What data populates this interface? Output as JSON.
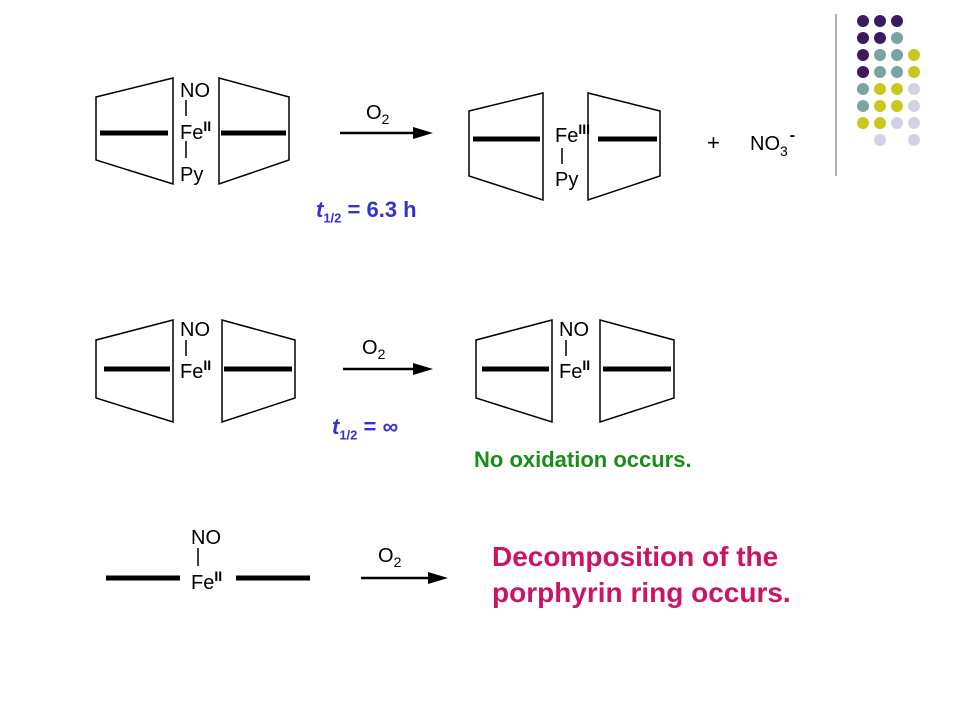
{
  "reaction1": {
    "reactant": {
      "axial_top": "NO",
      "metal": "Fe",
      "oxidation": "II",
      "axial_bottom": "Py"
    },
    "reagent": {
      "symbol": "O",
      "subscript": "2"
    },
    "product": {
      "metal": "Fe",
      "oxidation": "III",
      "axial_bottom": "Py"
    },
    "plus": "+",
    "byproduct": {
      "base": "NO",
      "subscript": "3",
      "charge": "-"
    },
    "half_life": {
      "symbol": "t",
      "subscript": "1/2",
      "value": "= 6.3 h"
    }
  },
  "reaction2": {
    "reactant": {
      "axial_top": "NO",
      "metal": "Fe",
      "oxidation": "II"
    },
    "reagent": {
      "symbol": "O",
      "subscript": "2"
    },
    "product": {
      "axial_top": "NO",
      "metal": "Fe",
      "oxidation": "II"
    },
    "half_life": {
      "symbol": "t",
      "subscript": "1/2",
      "value": "= ∞"
    },
    "result": "No oxidation occurs."
  },
  "reaction3": {
    "reactant": {
      "axial_top": "NO",
      "metal": "Fe",
      "oxidation": "II"
    },
    "reagent": {
      "symbol": "O",
      "subscript": "2"
    },
    "result_line1": "Decomposition of the",
    "result_line2": "porphyrin ring occurs."
  },
  "colors": {
    "dark_purple": "#3b1a5e",
    "teal": "#7aa3a3",
    "yellow_green": "#c8c81e",
    "lavender": "#d2d2e6",
    "blue_text": "#3333cc",
    "green_text": "#1a8c1a",
    "magenta_text": "#cc1466"
  },
  "decoration": {
    "dot_grid": [
      [
        "dark_purple",
        "dark_purple",
        "dark_purple",
        null
      ],
      [
        "dark_purple",
        "dark_purple",
        "teal",
        null
      ],
      [
        "dark_purple",
        "teal",
        "teal",
        "yellow_green"
      ],
      [
        "dark_purple",
        "teal",
        "teal",
        "yellow_green"
      ],
      [
        "teal",
        "yellow_green",
        "yellow_green",
        "lavender"
      ],
      [
        "teal",
        "yellow_green",
        "yellow_green",
        "lavender"
      ],
      [
        "yellow_green",
        "yellow_green",
        "lavender",
        "lavender"
      ],
      [
        null,
        "lavender",
        null,
        "lavender"
      ]
    ]
  }
}
